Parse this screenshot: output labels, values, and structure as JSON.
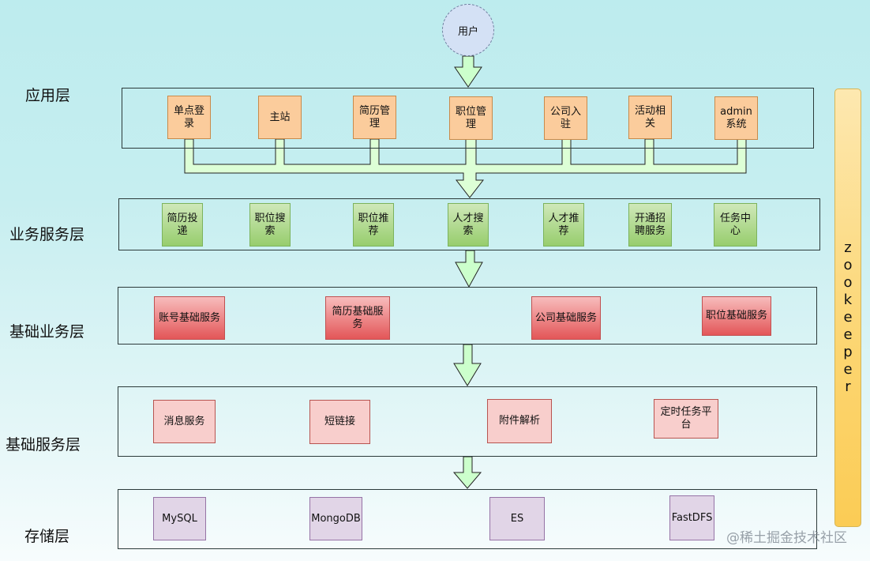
{
  "user": {
    "label": "用户"
  },
  "layers": [
    {
      "id": "application",
      "label": "应用层",
      "color": "#fbcc9c",
      "nodes": [
        "单点登录",
        "主站",
        "简历管理",
        "职位管理",
        "公司入驻",
        "活动相关",
        "admin系统"
      ]
    },
    {
      "id": "business-service",
      "label": "业务服务层",
      "color": "#97cd6d",
      "nodes": [
        "简历投递",
        "职位搜索",
        "职位推荐",
        "人才搜索",
        "人才推荐",
        "开通招聘服务",
        "任务中心"
      ]
    },
    {
      "id": "base-business",
      "label": "基础业务层",
      "color": "#e35658",
      "nodes": [
        "账号基础服务",
        "简历基础服务",
        "公司基础服务",
        "职位基础服务"
      ]
    },
    {
      "id": "base-service",
      "label": "基础服务层",
      "color": "#f8cecc",
      "nodes": [
        "消息服务",
        "短链接",
        "附件解析",
        "定时任务平台"
      ]
    },
    {
      "id": "storage",
      "label": "存储层",
      "color": "#e1d5e7",
      "nodes": [
        "MySQL",
        "MongoDB",
        "ES",
        "FastDFS"
      ]
    }
  ],
  "sidebar": {
    "label": "zookeeper",
    "color": "#fcd570"
  },
  "arrow_color": "#ccffcc",
  "watermark": "@稀土掘金技术社区"
}
